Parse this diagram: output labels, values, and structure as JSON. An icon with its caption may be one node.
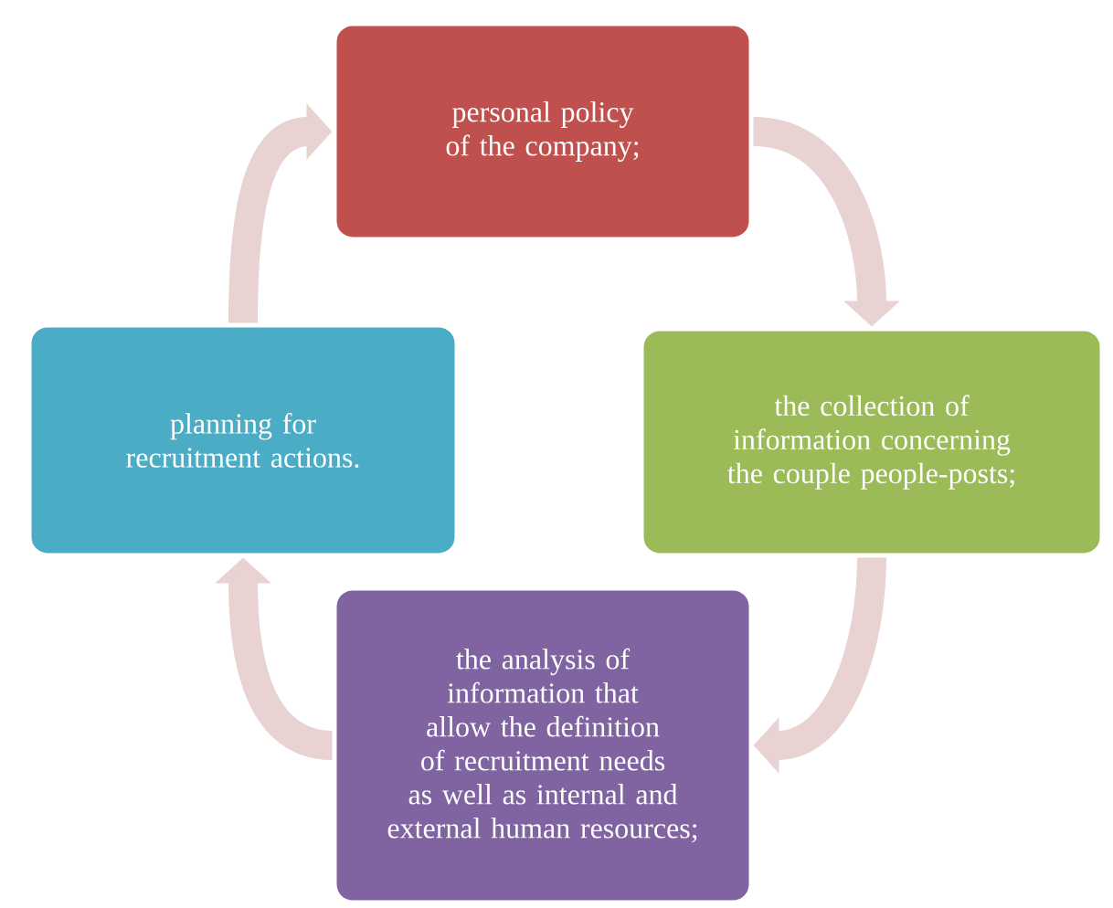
{
  "diagram": {
    "nodes": [
      {
        "text": [
          "personal policy of the company;"
        ]
      },
      {
        "text": [
          "the collection of information concerning the couple people-posts;"
        ]
      },
      {
        "text": [
          "the analysis of information that allow the definition of recruitment needs as well as internal and external human resources;"
        ]
      },
      {
        "text": [
          "planning for recruitment actions."
        ]
      }
    ],
    "edges": [
      {
        "from": 0,
        "to": 1,
        "arrow": "to"
      },
      {
        "from": 1,
        "to": 2,
        "arrow": "to"
      },
      {
        "from": 2,
        "to": 3,
        "arrow": "to"
      },
      {
        "from": 3,
        "to": 0,
        "arrow": "to"
      }
    ]
  }
}
